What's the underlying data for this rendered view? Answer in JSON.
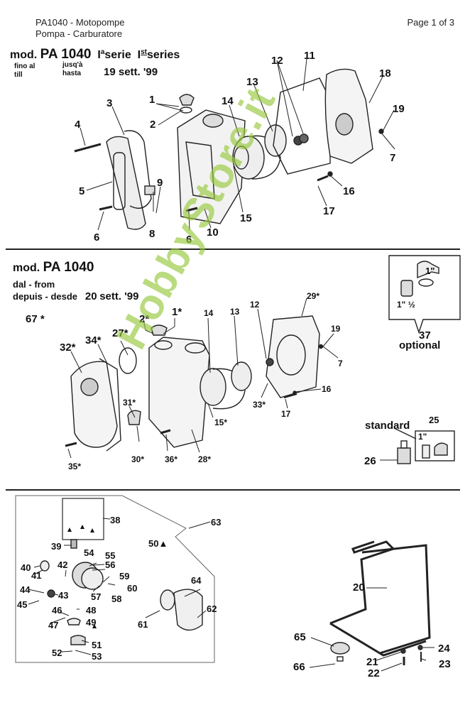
{
  "header": {
    "title_line1": "PA1040 - Motopompe",
    "title_line2": "Pompa - Carburatore",
    "page": "Page 1 of 3"
  },
  "section1": {
    "model_prefix": "mod.",
    "model": "PA 1040",
    "series_it_roman": "I",
    "series_it_sup": "a",
    "series_it": "serie",
    "series_en_roman": "I",
    "series_en_sup": "st",
    "series_en": "series",
    "until_it": "fino al",
    "until_en": "till",
    "until_fr": "jusq'à",
    "until_es": "hasta",
    "date": "19 sett. '99",
    "labels": [
      "1",
      "2",
      "3",
      "4",
      "5",
      "6",
      "6",
      "7",
      "8",
      "9",
      "10",
      "11",
      "12",
      "13",
      "14",
      "15",
      "16",
      "17",
      "18",
      "19"
    ]
  },
  "section2": {
    "model_prefix": "mod.",
    "model": "PA 1040",
    "from_line1": "dal - from",
    "from_line2": "depuis - desde",
    "date_num": "20",
    "date_rest": "sett.  '99",
    "labels": [
      "67 *",
      "1*",
      "2*",
      "27*",
      "32*",
      "34*",
      "14",
      "13",
      "12",
      "29*",
      "19",
      "7",
      "16",
      "17",
      "33*",
      "15*",
      "31*",
      "30*",
      "36*",
      "28*",
      "35*"
    ],
    "optional": {
      "number": "37",
      "label": "optional",
      "size_large": "1\" ½",
      "size_small": "1\""
    },
    "standard": {
      "label": "standard",
      "number_strainer": "26",
      "number_kit": "25",
      "size": "1\""
    }
  },
  "section3": {
    "labels": [
      "38",
      "39",
      "40",
      "41",
      "42",
      "43",
      "44",
      "45",
      "46",
      "47",
      "48",
      "49",
      "50▲",
      "51",
      "52",
      "53",
      "54",
      "55",
      "56",
      "57",
      "58",
      "59",
      "60",
      "61",
      "62",
      "63",
      "64"
    ],
    "frame_labels": [
      "20",
      "21",
      "22",
      "23",
      "24",
      "65",
      "66"
    ]
  },
  "watermark": "HobbyStore.it"
}
